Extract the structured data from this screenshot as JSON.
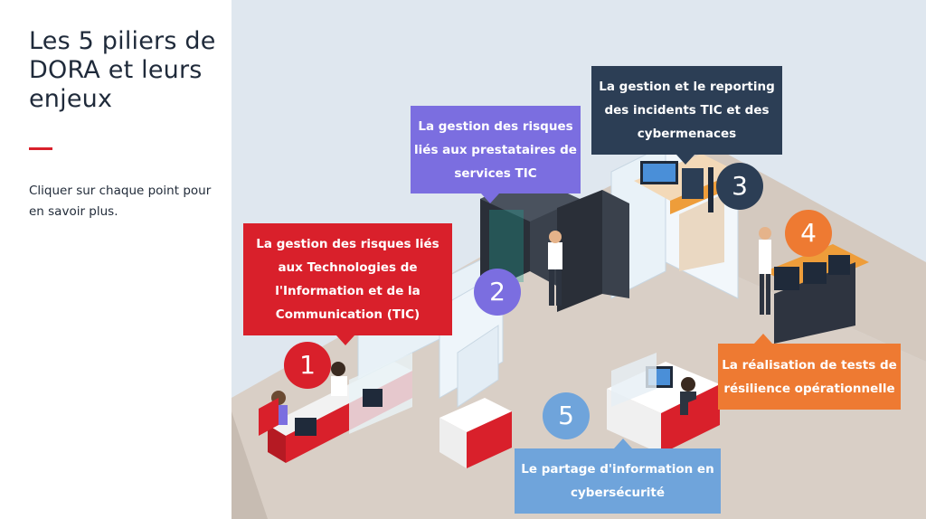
{
  "sidebar": {
    "title": "Les 5 piliers de DORA et leurs enjeux",
    "instruction": "Cliquer sur chaque point pour en savoir plus."
  },
  "colors": {
    "red": "#d9202b",
    "purple": "#7b6ee0",
    "navy": "#2c3e55",
    "orange": "#ee7a32",
    "blue": "#6fa4db",
    "scene_bg": "#dfe7ef"
  },
  "pillars": [
    {
      "number": "1",
      "label": "La gestion des risques liés aux Technologies de l'Information et de la Communication (TIC)"
    },
    {
      "number": "2",
      "label": "La gestion des risques liés aux prestataires de services TIC"
    },
    {
      "number": "3",
      "label": "La gestion et le reporting des incidents TIC et des cybermenaces"
    },
    {
      "number": "4",
      "label": "La réalisation de tests de résilience opérationnelle"
    },
    {
      "number": "5",
      "label": "Le partage d'information en cybersécurité"
    }
  ]
}
